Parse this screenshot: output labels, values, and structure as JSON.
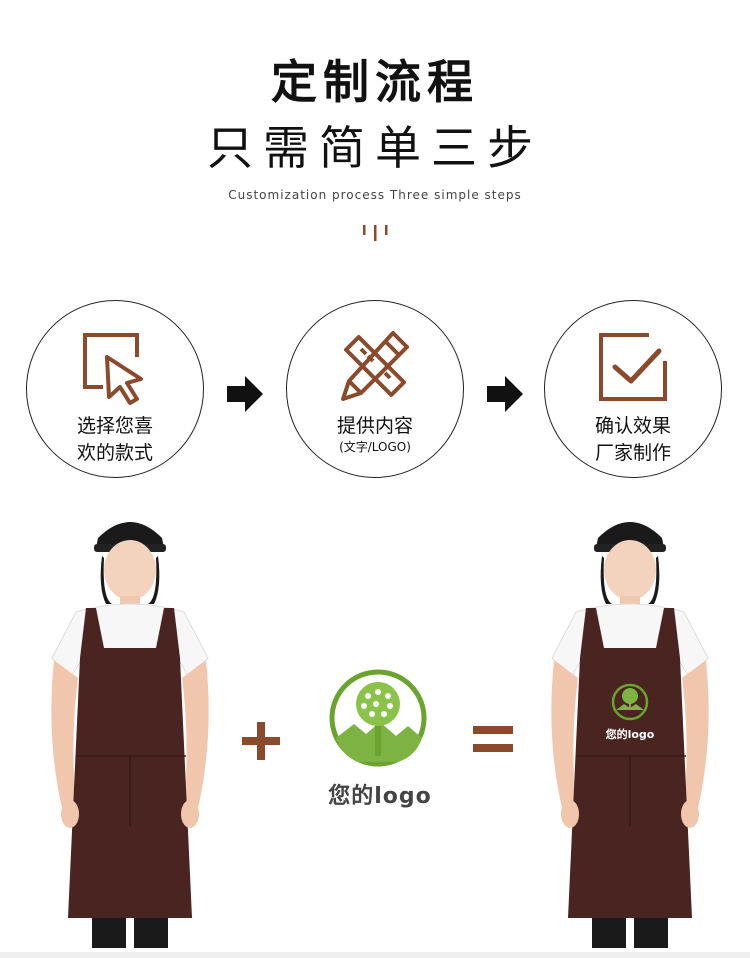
{
  "header": {
    "title": "定制流程",
    "subtitle_cn": "只需简单三步",
    "subtitle_en": "Customization process Three simple steps"
  },
  "steps": [
    {
      "icon": "cursor-select-icon",
      "line1": "选择您喜",
      "line2": "欢的款式",
      "note": ""
    },
    {
      "icon": "pencil-ruler-icon",
      "line1": "提供内容",
      "line2": "",
      "note": "(文字/LOGO)"
    },
    {
      "icon": "checkbox-icon",
      "line1": "确认效果",
      "line2": "厂家制作",
      "note": ""
    }
  ],
  "illustration": {
    "logo_text": "您的logo",
    "apron_logo_text": "您的logo",
    "operators": [
      "+",
      "="
    ]
  },
  "colors": {
    "accent": "#8b4a2b",
    "apron": "#4a2420",
    "logo_green": "#6aa32d"
  }
}
